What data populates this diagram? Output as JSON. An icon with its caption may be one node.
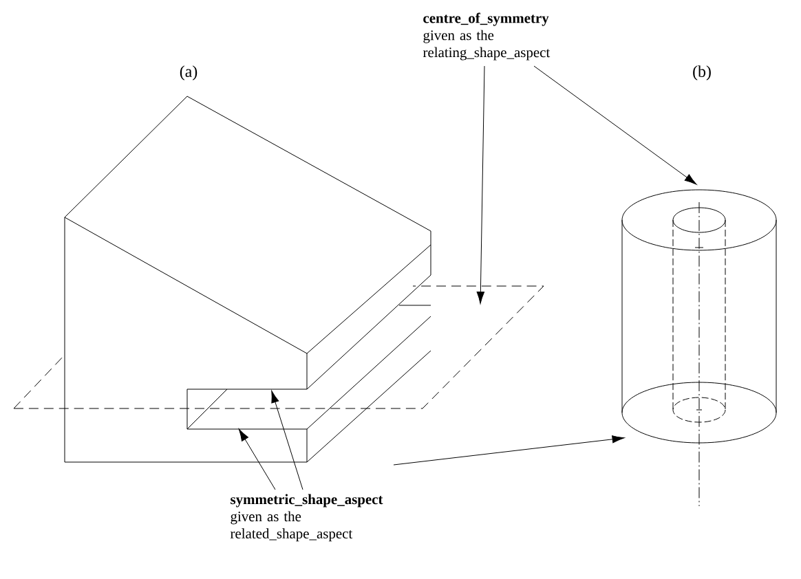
{
  "diagram": {
    "nodes": [
      {
        "text": [
          "centre_of_symmetry",
          "given as the relating_shape_aspect"
        ]
      },
      {
        "text": [
          "symmetric_shape_aspect",
          "given as the related_shape_aspect"
        ]
      },
      {
        "text": [],
        "shape": "cylinder"
      }
    ],
    "edges": [
      {
        "from": 0,
        "to": null,
        "arrow": "to"
      },
      {
        "from": 0,
        "to": 2,
        "arrow": "to"
      },
      {
        "from": 1,
        "to": null,
        "arrow": "to"
      },
      {
        "from": 1,
        "to": null,
        "arrow": "to"
      },
      {
        "from": 1,
        "to": 2,
        "arrow": "to"
      }
    ],
    "labels": [
      "(a)",
      "(b)"
    ]
  }
}
